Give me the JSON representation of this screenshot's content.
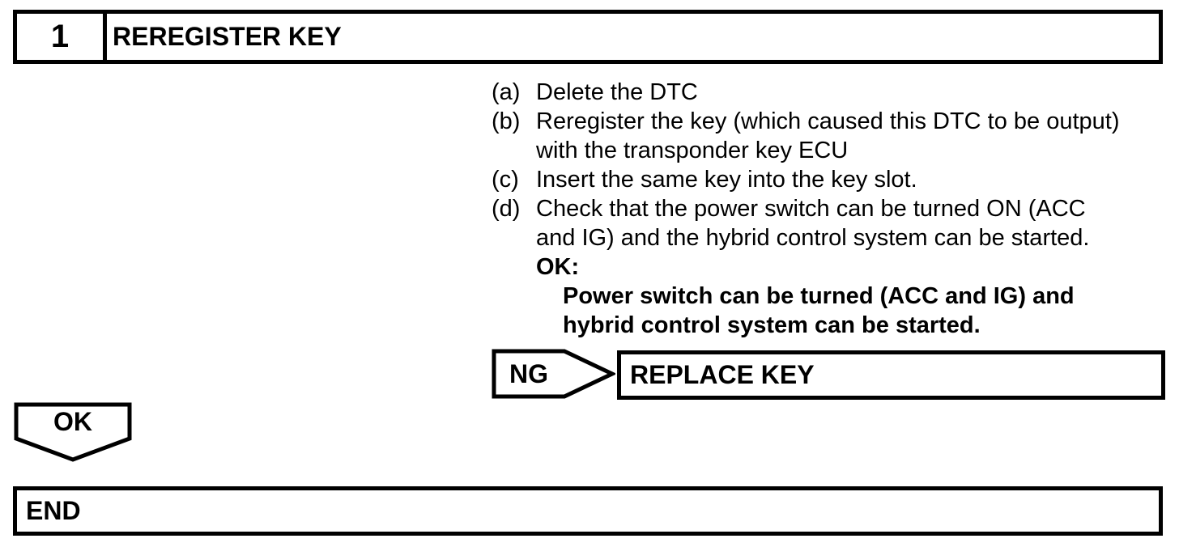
{
  "colors": {
    "ink": "#000000",
    "paper": "#ffffff"
  },
  "step_header": {
    "number": "1",
    "title": "REREGISTER KEY"
  },
  "procedure": {
    "steps": [
      {
        "label": "(a)",
        "lines": [
          "Delete the DTC"
        ]
      },
      {
        "label": "(b)",
        "lines": [
          "Reregister the key (which caused this DTC to be output)",
          "with the transponder key ECU"
        ]
      },
      {
        "label": "(c)",
        "lines": [
          "Insert the same key into the key slot."
        ]
      },
      {
        "label": "(d)",
        "lines": [
          "Check that the power switch can be turned ON (ACC",
          "and IG) and the hybrid control system can be started."
        ]
      }
    ],
    "ok_criteria": {
      "label": "OK:",
      "lines": [
        "Power switch can be turned (ACC and IG) and",
        "hybrid control system can be started."
      ]
    }
  },
  "ng_branch": {
    "connector": "NG",
    "action": "REPLACE KEY"
  },
  "ok_branch": {
    "connector": "OK"
  },
  "end_box": {
    "label": "END"
  }
}
